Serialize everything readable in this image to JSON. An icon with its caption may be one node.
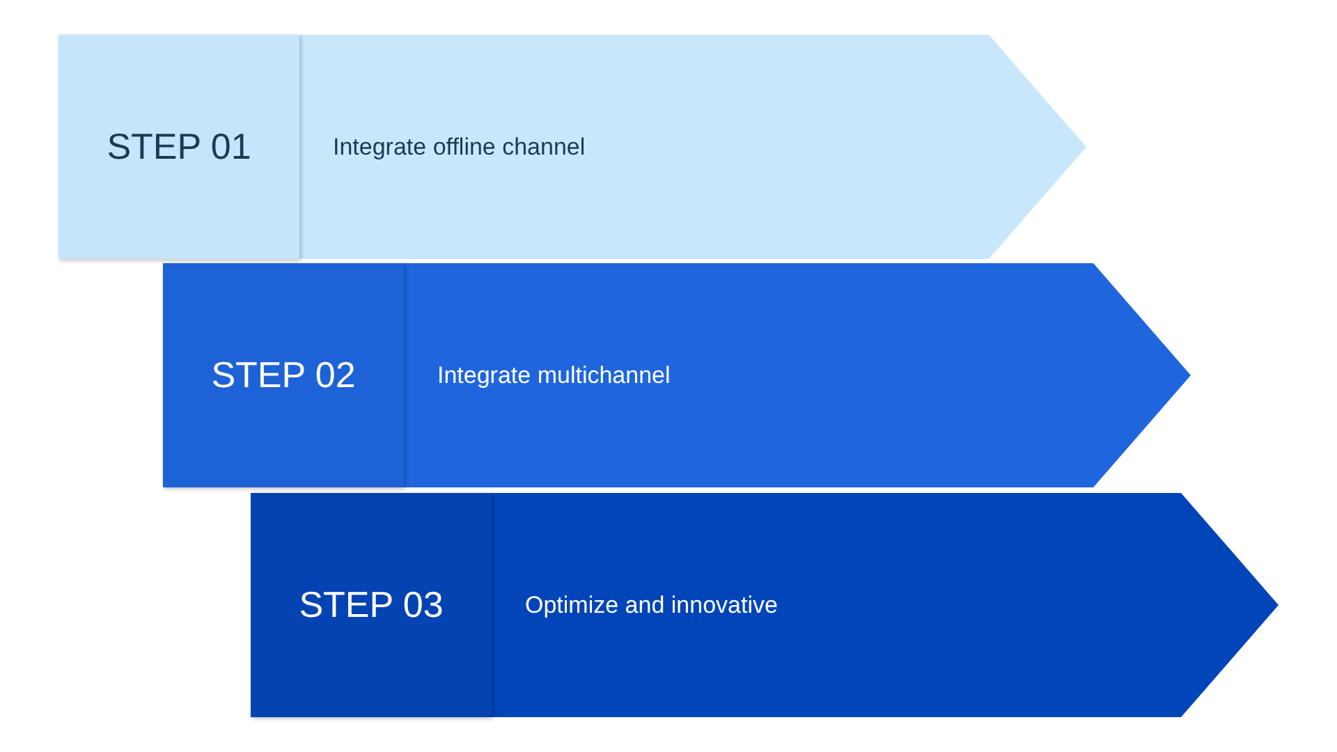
{
  "diagram": {
    "nodes": [
      {
        "text": [
          "STEP 01",
          "Integrate offline channel"
        ]
      },
      {
        "text": [
          "STEP 02",
          "Integrate multichannel"
        ]
      },
      {
        "text": [
          "STEP 03",
          "Optimize and innovative"
        ]
      }
    ]
  }
}
